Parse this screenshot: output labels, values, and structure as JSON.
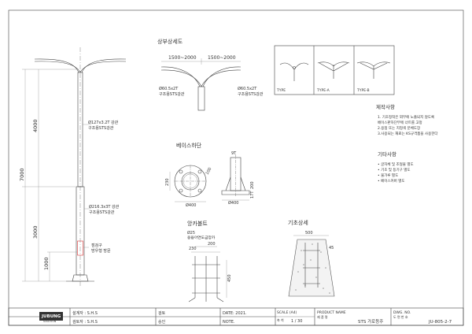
{
  "sections": {
    "arm_detail": "상부상세도",
    "base_plate": "베이스하단",
    "anchor_bolt": "앙카볼트",
    "foundation": "기초상세",
    "fabrication_title": "제작사항",
    "other_title": "기타사항"
  },
  "pole": {
    "dim_total": "7000",
    "dim_upper": "4000",
    "dim_mid": "3000",
    "dim_low": "1000",
    "spec_upper_1": "Ø127x3.2T 강관",
    "spec_upper_2": "구조용STS강관",
    "spec_lower_1": "Ø216.3x3T 강관",
    "spec_lower_2": "구조용STS강관",
    "door_1": "점검구",
    "door_2": "방우형 방문"
  },
  "arm": {
    "span_left": "1500~2000",
    "span_right": "1500~2000",
    "pipe_left_1": "Ø60.5x2T",
    "pipe_left_2": "구조용STS강관",
    "pipe_right_1": "Ø60.5x2T",
    "pipe_right_2": "구조용STS강관"
  },
  "types": [
    "TYPE",
    "TYPE-A",
    "TYPE-B"
  ],
  "fabrication": [
    "1. 기초정착은 외부에 노출되지 않도록",
    "   베이스판하단부에 너트를 고정",
    "2.용접 또는 지정색 분체도장",
    "3.사용되는 재료는 KS규격품을 사용한다"
  ],
  "other": [
    "• 글자체 및 조형물 별도",
    "• 기초 및 등기구 별도",
    "• 물가루 별도",
    "• 베이스커버 별도"
  ],
  "base": {
    "dim_w": "Ø400",
    "dim_230": "230",
    "dim_plate": "Ø400",
    "dim_9t": "9T",
    "dim_200": "200",
    "dim_17t": "17T",
    "dim_100": "100"
  },
  "anchor": {
    "spec_1": "Ø25",
    "spec_2": "용융아연도금앙카",
    "dim_230": "230",
    "dim_200": "200",
    "dim_450": "450"
  },
  "foundation": {
    "dim_500": "500",
    "dim_45": "45"
  },
  "title_block": {
    "company": "JUBUNG",
    "company_sub": "SOLUTION",
    "designer_label": "설계자 : S.H.S",
    "drafter_label": "검토자 : S.H.S",
    "check_label": "검토",
    "approve_label": "승인",
    "date_label": "DATE: 2021.",
    "note_label": "NOTE.",
    "scale_label": "SCALE (A4)",
    "scale_value": "1 / 30",
    "scale_sub": "축 척",
    "product_label": "PRODUCT NAME",
    "product_sub": "제 품 명",
    "product_value": "STS 가로등주",
    "dwg_label": "DWG. NO.",
    "dwg_sub": "도 면 번 호",
    "dwg_value": "JU-805-2-7"
  },
  "colors": {
    "frame": "#555555",
    "accent": "#d33333",
    "dim": "#888888"
  }
}
